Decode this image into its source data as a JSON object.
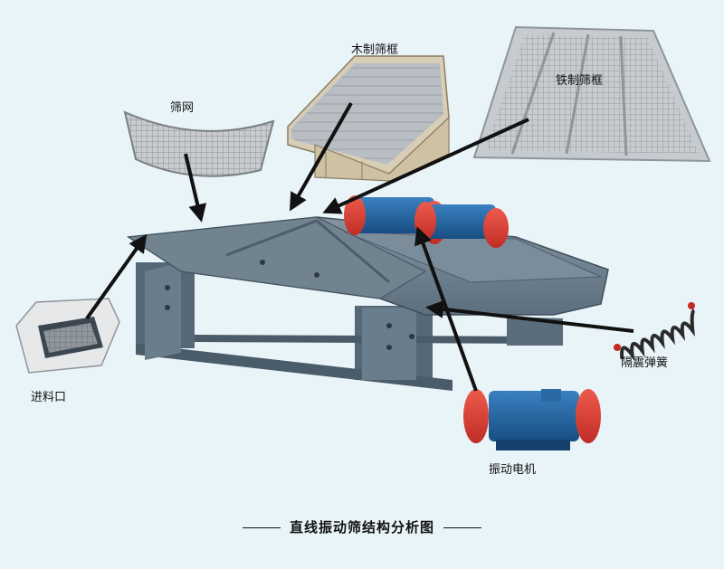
{
  "labels": {
    "screen_mesh": "筛网",
    "wood_frame": "木制筛框",
    "iron_frame": "铁制筛框",
    "feed_inlet": "进料口",
    "spring": "隔震弹簧",
    "motor": "振动电机"
  },
  "caption": "直线振动筛结构分析图",
  "colors": {
    "background": "#e9f4f8",
    "machine_body": "#6c7f8f",
    "machine_dark": "#4d5d6b",
    "motor_red": "#d6382f",
    "motor_blue": "#1f5f9a",
    "arrow": "#111111"
  }
}
